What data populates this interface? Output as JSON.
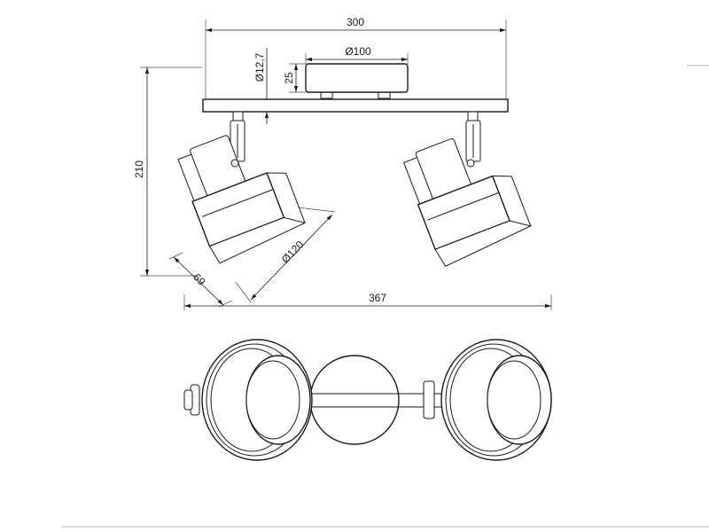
{
  "dimensions": {
    "overall_width_side": "300",
    "canopy_diameter": "Ø100",
    "arm_diameter": "Ø12,7",
    "canopy_height": "25",
    "overall_height": "210",
    "shade_depth": "69",
    "shade_diameter": "Ø120",
    "overall_width_top": "367"
  },
  "views": [
    "side-view",
    "top-view"
  ],
  "colors": {
    "line": "#1a1a1a",
    "background": "#ffffff",
    "frame": "#b5b5b5"
  }
}
